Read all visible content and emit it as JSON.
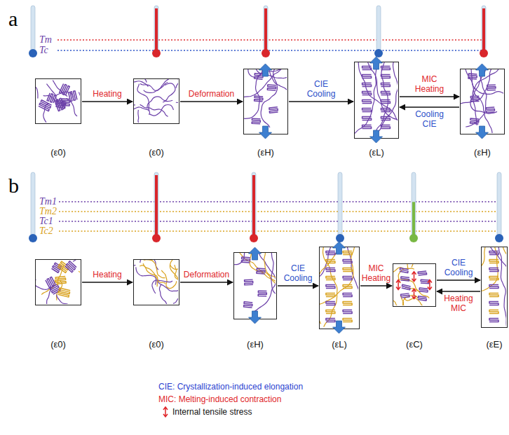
{
  "diagram": {
    "nodes": [
      {
        "text": [
          "(ε0)"
        ]
      },
      {
        "text": [
          "(ε0)"
        ]
      },
      {
        "text": [
          "(εH)"
        ]
      },
      {
        "text": [
          "(εL)"
        ]
      },
      {
        "text": [
          "(εH)"
        ]
      },
      {
        "text": [
          "(ε0)"
        ]
      },
      {
        "text": [
          "(ε0)"
        ]
      },
      {
        "text": [
          "(εH)"
        ]
      },
      {
        "text": [
          "(εL)"
        ]
      },
      {
        "text": [
          "(εC)"
        ]
      },
      {
        "text": [
          "(εE)"
        ]
      }
    ],
    "edges": [
      {
        "from": 0,
        "to": 1,
        "label": "Heating",
        "arrow": "to"
      },
      {
        "from": 1,
        "to": 2,
        "label": "Deformation",
        "arrow": "to"
      },
      {
        "from": 2,
        "to": 3,
        "label": "CIE Cooling",
        "arrow": "to"
      },
      {
        "from": 3,
        "to": 4,
        "label": "MIC Heating",
        "arrow": "to"
      },
      {
        "from": 4,
        "to": 3,
        "label": "Cooling CIE",
        "arrow": "to"
      },
      {
        "from": 5,
        "to": 6,
        "label": "Heating",
        "arrow": "to"
      },
      {
        "from": 6,
        "to": 7,
        "label": "Deformation",
        "arrow": "to"
      },
      {
        "from": 7,
        "to": 8,
        "label": "CIE Cooling",
        "arrow": "to"
      },
      {
        "from": 8,
        "to": 9,
        "label": "MIC Heating",
        "arrow": "to"
      },
      {
        "from": 9,
        "to": 10,
        "label": "CIE Cooling",
        "arrow": "to"
      },
      {
        "from": 10,
        "to": 9,
        "label": "Heating MIC",
        "arrow": "to"
      }
    ],
    "labels": [
      "a",
      "Tm",
      "Tc",
      "b",
      "Tm1",
      "Tm2",
      "Tc1",
      "Tc2"
    ],
    "legend": [
      {
        "text": "CIE: Crystallization-induced elongation"
      },
      {
        "text": "MIC: Melting-induced contraction"
      },
      {
        "text": "Internal tensile stress"
      }
    ]
  }
}
